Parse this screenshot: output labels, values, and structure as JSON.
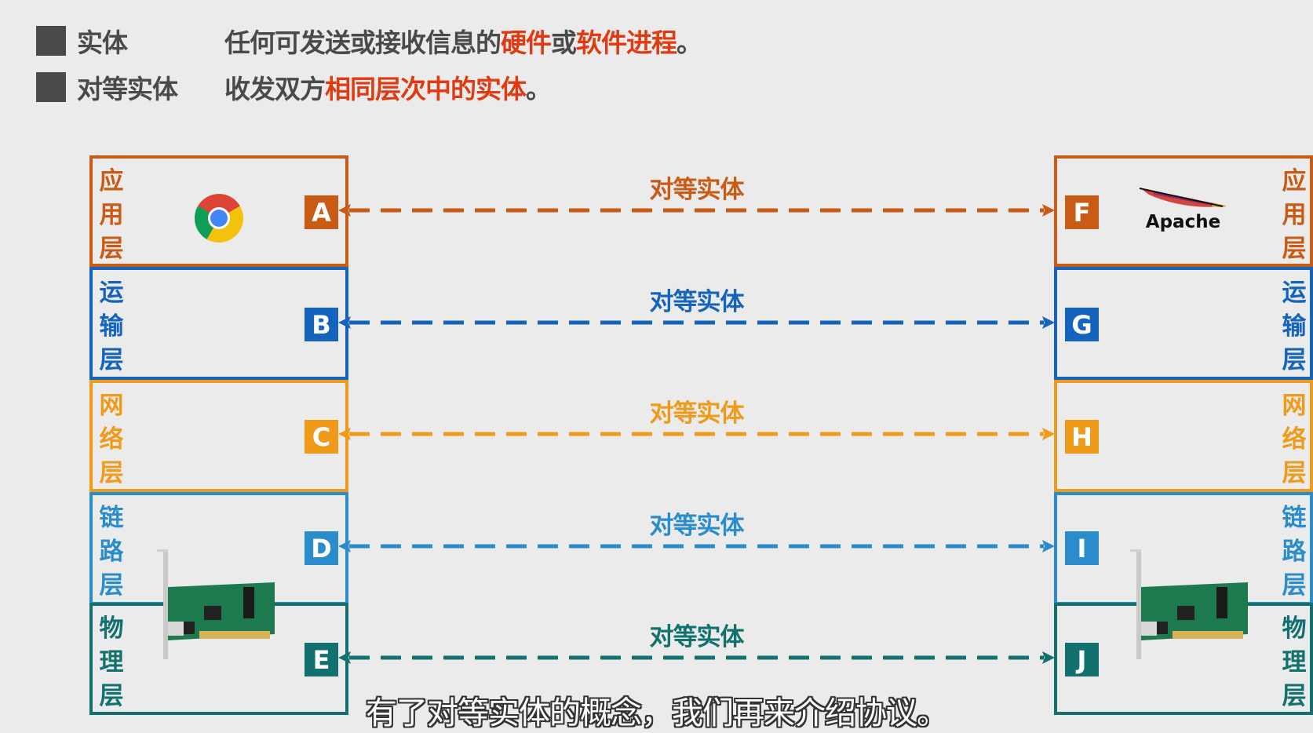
{
  "definitions": [
    {
      "term": "实体",
      "segments": [
        {
          "text": "任何可发送或接收信息的",
          "highlight": false
        },
        {
          "text": "硬件",
          "highlight": true
        },
        {
          "text": "或",
          "highlight": false
        },
        {
          "text": "软件进程",
          "highlight": true
        },
        {
          "text": "。",
          "highlight": false
        }
      ]
    },
    {
      "term": "对等实体",
      "segments": [
        {
          "text": "收发双方",
          "highlight": false
        },
        {
          "text": "相同层次中的实体",
          "highlight": true
        },
        {
          "text": "。",
          "highlight": false
        }
      ]
    }
  ],
  "colors": {
    "text_dark": "#4a4a4a",
    "highlight": "#e03a12",
    "application": "#c95b14",
    "transport": "#1464be",
    "network": "#f09a1a",
    "link": "#2b8ccc",
    "physical": "#12706e"
  },
  "layers": [
    {
      "key": "application",
      "name": "应用层",
      "chars": [
        "应",
        "用",
        "层"
      ],
      "left_entity": "A",
      "right_entity": "F",
      "peer_label": "对等实体",
      "color": "#c95b14"
    },
    {
      "key": "transport",
      "name": "运输层",
      "chars": [
        "运",
        "输",
        "层"
      ],
      "left_entity": "B",
      "right_entity": "G",
      "peer_label": "对等实体",
      "color": "#1464be"
    },
    {
      "key": "network",
      "name": "网络层",
      "chars": [
        "网",
        "络",
        "层"
      ],
      "left_entity": "C",
      "right_entity": "H",
      "peer_label": "对等实体",
      "color": "#f09a1a"
    },
    {
      "key": "link",
      "name": "链路层",
      "chars": [
        "链",
        "路",
        "层"
      ],
      "left_entity": "D",
      "right_entity": "I",
      "peer_label": "对等实体",
      "color": "#2b8ccc"
    },
    {
      "key": "physical",
      "name": "物理层",
      "chars": [
        "物",
        "理",
        "层"
      ],
      "left_entity": "E",
      "right_entity": "J",
      "peer_label": "对等实体",
      "color": "#12706e"
    }
  ],
  "icons": {
    "left_application": "chrome-browser-icon",
    "right_application": "apache-feather-logo",
    "link_physical": "network-interface-card-image"
  },
  "apache_label": "Apache",
  "subtitle": "有了对等实体的概念，我们再来介绍协议。"
}
